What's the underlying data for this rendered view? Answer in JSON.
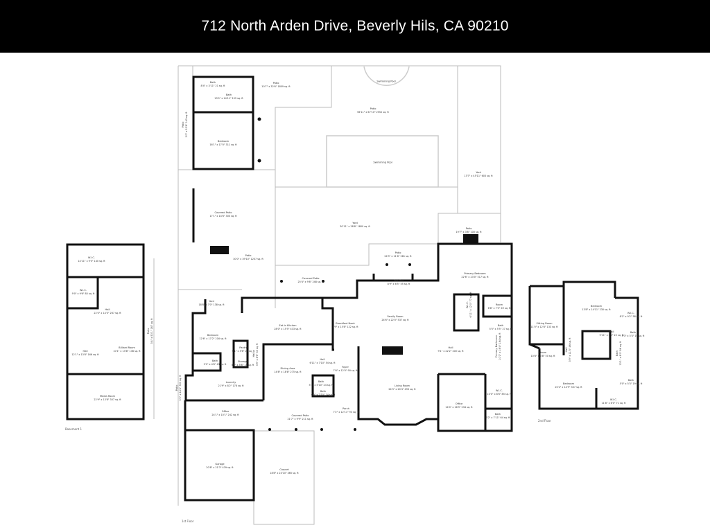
{
  "header": {
    "title": "712 North Arden Drive, Beverly Hils, CA 90210"
  },
  "floors": {
    "first": "1st Floor",
    "basement": "Basement 1",
    "second": "2nd Floor"
  },
  "rooms": [
    {
      "name": "Patio",
      "dims": "10'7\" x 32'6\" 1809 sq. ft"
    },
    {
      "name": "Swimming Pool",
      "dims": ""
    },
    {
      "name": "Patio",
      "dims": "56'11\" x 67'10\" 2552 sq. ft"
    },
    {
      "name": "Swimming Pool",
      "dims": ""
    },
    {
      "name": "Yard",
      "dims": "13'7\" x 45'11\" 603 sq. ft"
    },
    {
      "name": "Bath",
      "dims": "8'4\" x 3'11\" 21 sq. ft"
    },
    {
      "name": "Bath",
      "dims": "13'0\" x 14'11\" 159 sq. ft"
    },
    {
      "name": "Bedroom",
      "dims": "16'1\" x 17'0\" 311 sq. ft"
    },
    {
      "name": "Patio",
      "dims": "3'0\" x 52'8\" 143 sq. ft"
    },
    {
      "name": "Covered Patio",
      "dims": "17'1\" x 14'6\" 300 sq. ft"
    },
    {
      "name": "Yard",
      "dims": "30'11\" x 28'8\" 1800 sq. ft"
    },
    {
      "name": "Patio",
      "dims": "19'7\" x 3'8\" 100 sq. ft"
    },
    {
      "name": "Patio",
      "dims": "30'0\" x 39'10\" 1207 sq. ft"
    },
    {
      "name": "Patio",
      "dims": "24'9\" x 11'6\" 281 sq. ft"
    },
    {
      "name": "Covered Patio",
      "dims": "25'4\" x 9'8\" 248 sq. ft"
    },
    {
      "name": "Wet Bar",
      "dims": "8'9\" x 6'5\" 55 sq. ft"
    },
    {
      "name": "Primary Bedroom",
      "dims": "22'6\" x 23'0\" 517 sq. ft"
    },
    {
      "name": "Yard",
      "dims": "18'8\" x 7'0\" 138 sq. ft"
    },
    {
      "name": "Eat-in Kitchen",
      "dims": "28'0\" x 15'5\" 433 sq. ft"
    },
    {
      "name": "Breakfast Nook",
      "dims": "7'9\" x 15'8\" 122 sq. ft"
    },
    {
      "name": "Family Room",
      "dims": "24'6\" x 22'0\" 537 sq. ft"
    },
    {
      "name": "Room",
      "dims": "6'8\" x 7'3\" 49 sq. ft"
    },
    {
      "name": "Bedroom",
      "dims": "12'6\" x 17'2\" 216 sq. ft"
    },
    {
      "name": "Pantry",
      "dims": "5'1\" x 5'6\" 27 sq. ft"
    },
    {
      "name": "Bath",
      "dims": "5'5\" x 5'5\" 27 sq. ft"
    },
    {
      "name": "W.I.C.",
      "dims": "6'11\" x 12'0\" 77 sq. ft"
    },
    {
      "name": "Bath",
      "dims": "9'1\" x 4'8\" 43 sq. ft"
    },
    {
      "name": "Storage",
      "dims": "5'0\" x 5'6\" 15 sq. ft"
    },
    {
      "name": "Hall",
      "dims": "6'11\" x 7'10\" 54 sq. ft"
    },
    {
      "name": "Dining Area",
      "dims": "14'8\" x 18'8\" 275 sq. ft"
    },
    {
      "name": "Foyer",
      "dims": "7'6\" x 12'0\" 90 sq. ft"
    },
    {
      "name": "Hall",
      "dims": "9'1\" x 22'2\" 200 sq. ft"
    },
    {
      "name": "Primary Bathroom",
      "dims": "10'1\" x 16'4\" 164 sq. ft"
    },
    {
      "name": "Laundry",
      "dims": "21'9\" x 8'2\" 178 sq. ft"
    },
    {
      "name": "Bath",
      "dims": "5'1\" x 5'10\" 24 sq. ft"
    },
    {
      "name": "Bath",
      "dims": "4'9\" x 2'10\" 14 sq. ft"
    },
    {
      "name": "Living Room",
      "dims": "24'3\" x 20'4\" 493 sq. ft"
    },
    {
      "name": "W.I.C.",
      "dims": "10'0\" x 8'6\" 85 sq. ft"
    },
    {
      "name": "Office",
      "dims": "24'1\" x 10'1\" 242 sq. ft"
    },
    {
      "name": "Covered Patio",
      "dims": "21'7\" x 9'9\" 211 sq. ft"
    },
    {
      "name": "Porch",
      "dims": "7'2\" x 12'11\" 93 sq. ft"
    },
    {
      "name": "Office",
      "dims": "14'0\" x 16'9\" 234 sq. ft"
    },
    {
      "name": "Bath",
      "dims": "8'2\" x 7'11\" 64 sq. ft"
    },
    {
      "name": "Garage",
      "dims": "20'8\" x 21'3\" 439 sq. ft"
    },
    {
      "name": "Carport",
      "dims": "18'8\" x 24'10\" 465 sq. ft"
    },
    {
      "name": "Patio",
      "dims": "5'0\" x 24'4\" 300 sq. ft"
    },
    {
      "name": "Hall",
      "dims": "3'9\" x 8'6\" 33 sq. ft"
    },
    {
      "name": "W.I.C.",
      "dims": "14'11\" x 9'5\" 140 sq. ft"
    },
    {
      "name": "W.I.C.",
      "dims": "9'0\" x 9'6\" 85 sq. ft"
    },
    {
      "name": "Hall",
      "dims": "22'0\" x 14'0\" 267 sq. ft"
    },
    {
      "name": "Hall",
      "dims": "12'1\" x 13'8\" 166 sq. ft"
    },
    {
      "name": "Billiard Room",
      "dims": "10'1\" x 13'8\" 136 sq. ft"
    },
    {
      "name": "Media Room",
      "dims": "22'9\" x 13'8\" 307 sq. ft"
    },
    {
      "name": "Patio",
      "dims": "3'4\" x 50'1\" 167 sq. ft"
    },
    {
      "name": "Bedroom",
      "dims": "13'8\" x 14'11\" 230 sq. ft"
    },
    {
      "name": "W.I.C.",
      "dims": "8'1\" x 9'2\" 58 sq. ft"
    },
    {
      "name": "Sitting Room",
      "dims": "11'0\" x 12'8\" 133 sq. ft"
    },
    {
      "name": "Hall",
      "dims": "9'11\" x 3'2\" 22 sq. ft"
    },
    {
      "name": "Bath",
      "dims": "5'3\" x 5'3\" 19 sq. ft"
    },
    {
      "name": "Room",
      "dims": "10'8\" x 4'8\" 50 sq. ft"
    },
    {
      "name": "Hall",
      "dims": "3'9\" x 11'5\" 46 sq. ft"
    },
    {
      "name": "Bath",
      "dims": "10'1\" x 8'0\" 86 sq. ft"
    },
    {
      "name": "Bedroom",
      "dims": "20'2\" x 14'9\" 307 sq. ft"
    },
    {
      "name": "Bath",
      "dims": "5'0\" x 5'3\" 19 sq. ft"
    },
    {
      "name": "W.I.C.",
      "dims": "11'8\" x 6'0\" 71 sq. ft"
    }
  ]
}
